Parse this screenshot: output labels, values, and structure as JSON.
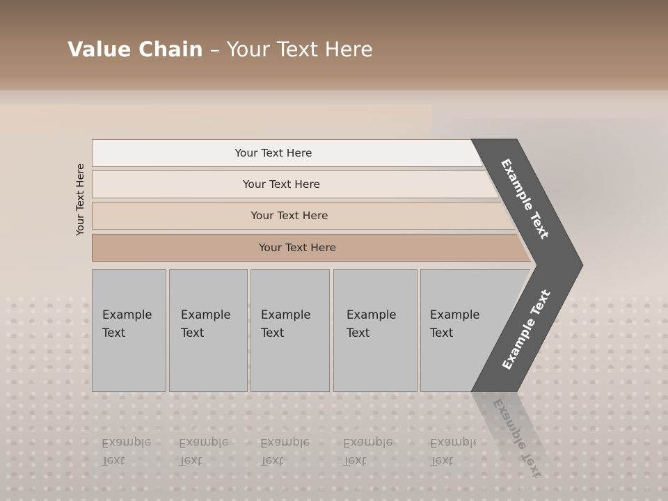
{
  "slide": {
    "title_bold": "Value Chain",
    "title_rest": " – Your Text Here",
    "side_label": "Your Text Here",
    "rows": [
      {
        "label": "Your Text Here"
      },
      {
        "label": "Your Text Here"
      },
      {
        "label": "Your Text Here"
      },
      {
        "label": "Your Text Here"
      }
    ],
    "columns": [
      {
        "line1": "Example",
        "line2": "Text"
      },
      {
        "line1": "Example",
        "line2": "Text"
      },
      {
        "line1": "Example",
        "line2": "Text"
      },
      {
        "line1": "Example",
        "line2": "Text"
      },
      {
        "line1": "Example",
        "line2": "Text"
      }
    ],
    "chevron": {
      "upper_label": "Example Text",
      "lower_label": "Example Text",
      "color": "#5f5f5f"
    },
    "colors": {
      "row_1": "#f2eeeb",
      "row_2": "#ece2d9",
      "row_3": "#e0cebf",
      "row_4": "#c8ab96",
      "column_fill": "#c0c0c0"
    }
  }
}
